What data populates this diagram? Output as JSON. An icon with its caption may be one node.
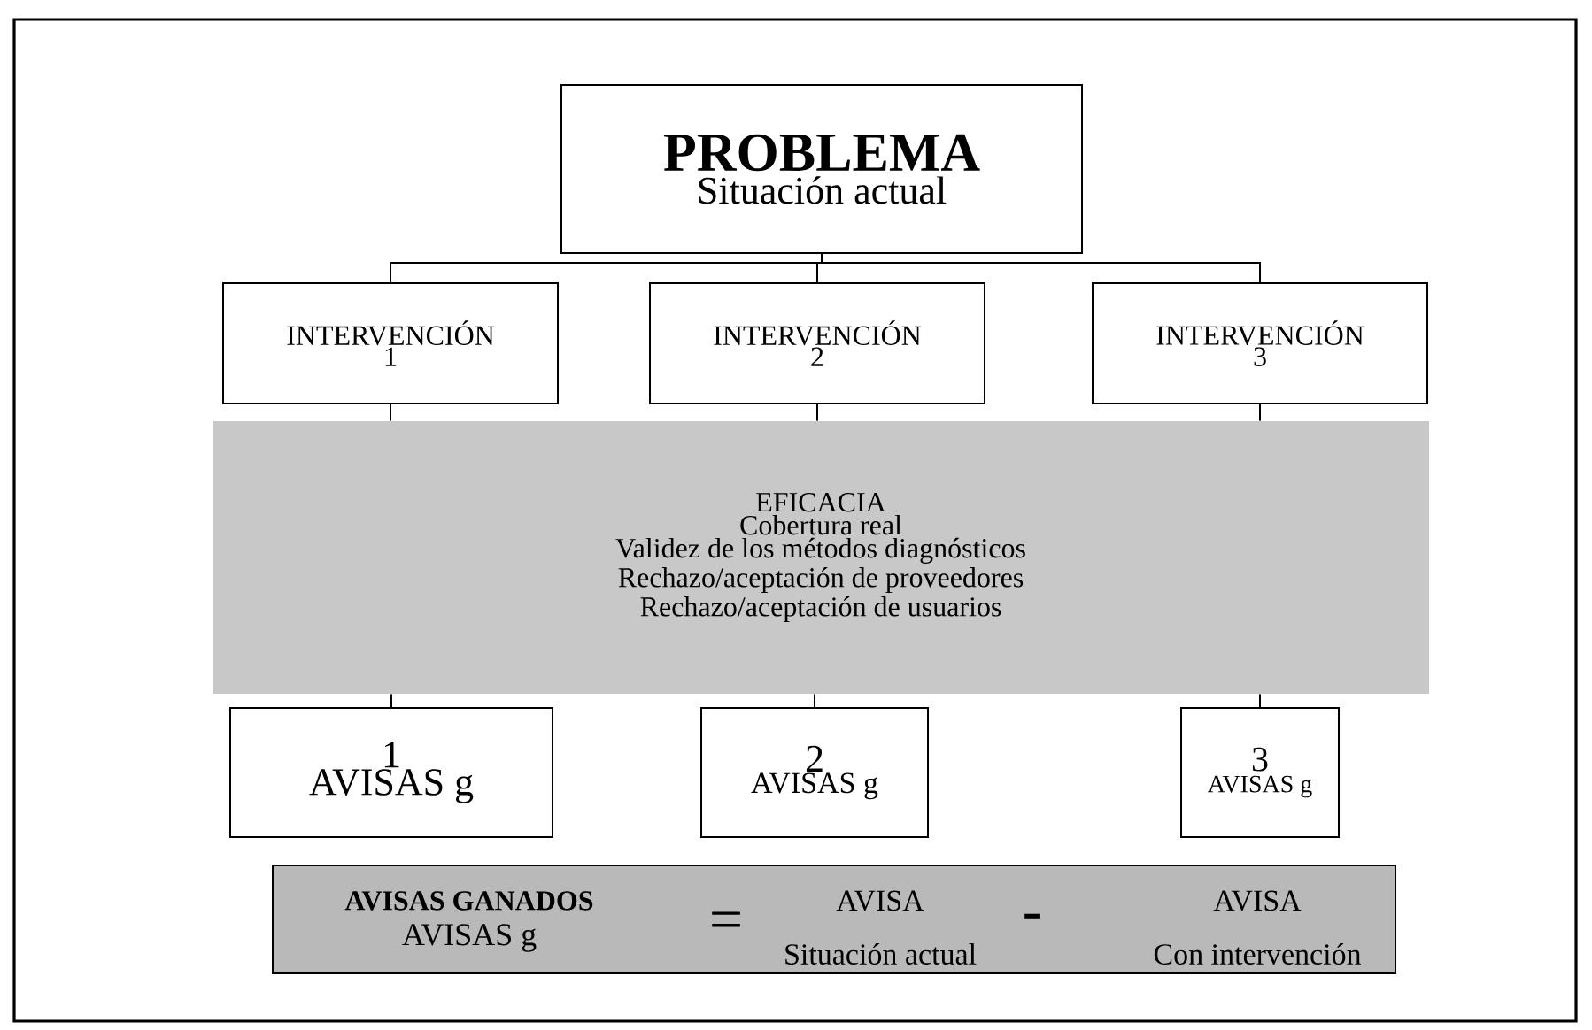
{
  "diagram": {
    "nodes": [
      {
        "text": [
          "PROBLEMA",
          "Situación actual"
        ]
      },
      {
        "text": [
          "INTERVENCIÓN",
          "1"
        ]
      },
      {
        "text": [
          "INTERVENCIÓN",
          "2"
        ]
      },
      {
        "text": [
          "INTERVENCIÓN",
          "3"
        ]
      },
      {
        "text": [
          "EFICACIA",
          "Cobertura real",
          "Validez de los métodos diagnósticos",
          "Rechazo/aceptación de proveedores",
          "Rechazo/aceptación de usuarios"
        ]
      },
      {
        "text": [
          "1",
          "AVISAS g"
        ]
      },
      {
        "text": [
          "2",
          "AVISAS g"
        ]
      },
      {
        "text": [
          "3",
          "AVISAS g"
        ]
      },
      {
        "text": [
          "AVISAS GANADOS",
          "AVISAS g",
          "=",
          "AVISA",
          "Situación actual",
          "-",
          "AVISA",
          "Con intervención"
        ]
      }
    ],
    "edges": [
      {
        "from": 0,
        "to": 1,
        "arrow": "none"
      },
      {
        "from": 0,
        "to": 2,
        "arrow": "none"
      },
      {
        "from": 0,
        "to": 3,
        "arrow": "none"
      },
      {
        "from": 1,
        "to": 4,
        "arrow": "none"
      },
      {
        "from": 2,
        "to": 4,
        "arrow": "none"
      },
      {
        "from": 3,
        "to": 4,
        "arrow": "none"
      },
      {
        "from": 4,
        "to": 5,
        "arrow": "none"
      },
      {
        "from": 4,
        "to": 6,
        "arrow": "none"
      },
      {
        "from": 4,
        "to": 7,
        "arrow": "none"
      }
    ]
  }
}
